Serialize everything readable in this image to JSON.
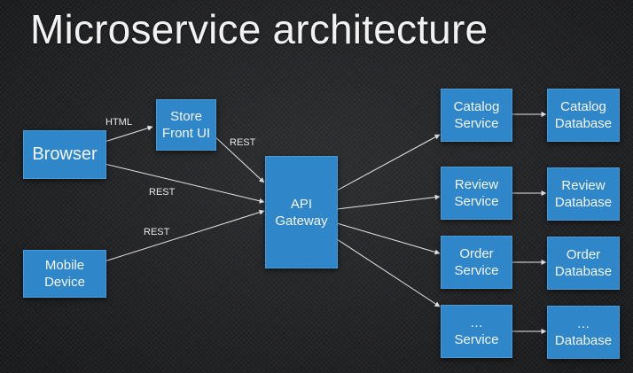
{
  "title": "Microservice architecture",
  "nodes": {
    "browser": "Browser",
    "storefront": "Store\nFront UI",
    "mobile": "Mobile\nDevice",
    "gateway": "API\nGateway",
    "catalog_service": "Catalog\nService",
    "review_service": "Review\nService",
    "order_service": "Order\nService",
    "more_service": "…\nService",
    "catalog_db": "Catalog\nDatabase",
    "review_db": "Review\nDatabase",
    "order_db": "Order\nDatabase",
    "more_db": "…\nDatabase"
  },
  "edge_labels": {
    "html": "HTML",
    "rest_storefront": "REST",
    "rest_browser": "REST",
    "rest_mobile": "REST"
  },
  "colors": {
    "box": "#2f86c8",
    "line": "#e6e6e6"
  }
}
